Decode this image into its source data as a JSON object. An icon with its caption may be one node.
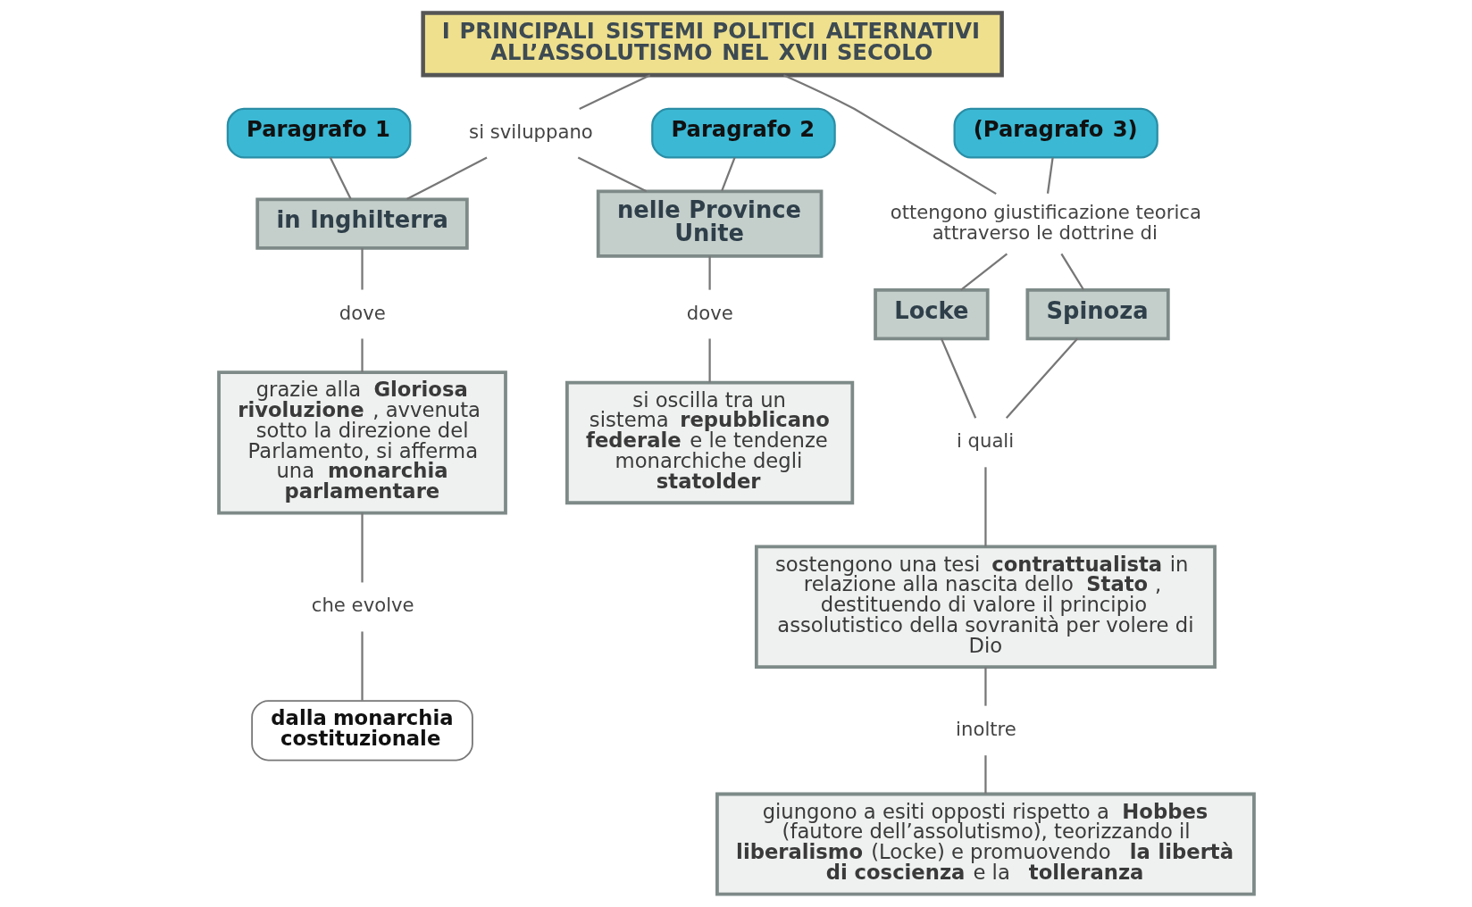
{
  "diagram": {
    "nodes": [
      {
        "text": [
          "I PRINCIPALI SISTEMI POLITICI ALTERNATIVI ALL’ASSOLUTISMO NEL XVII SECOLO"
        ]
      },
      {
        "text": [
          "Paragrafo 1"
        ]
      },
      {
        "text": [
          "Paragrafo 2"
        ]
      },
      {
        "text": [
          "(Paragrafo 3)"
        ]
      },
      {
        "text": [
          "si sviluppano"
        ]
      },
      {
        "text": [
          "in Inghilterra"
        ]
      },
      {
        "text": [
          "nelle Province Unite"
        ]
      },
      {
        "text": [
          "ottengono giustificazione teorica attraverso le dottrine di"
        ]
      },
      {
        "text": [
          "Locke"
        ]
      },
      {
        "text": [
          "Spinoza"
        ]
      },
      {
        "text": [
          "dove"
        ]
      },
      {
        "text": [
          "dove"
        ]
      },
      {
        "text": [
          "grazie alla **Gloriosa rivoluzione**, avvenuta sotto la direzione del Parlamento, si afferma una **monarchia parlamentare**"
        ]
      },
      {
        "text": [
          "si oscilla tra un sistema **repubblicano federale** e le tendenze monarchiche degli **statolder**"
        ]
      },
      {
        "text": [
          "i quali"
        ]
      },
      {
        "text": [
          "sostengono una tesi **contrattualista** in relazione alla nascita dello **Stato**, destituendo di valore il principio assolutistico della sovranità per volere di Dio"
        ]
      },
      {
        "text": [
          "inoltre"
        ]
      },
      {
        "text": [
          "giungono a esiti opposti rispetto a **Hobbes** (fautore dell’assolutismo), teorizzando il **liberalismo** (Locke) e promuovendo **la libertà di coscienza** e la **tolleranza**"
        ]
      },
      {
        "text": [
          "che evolve"
        ]
      },
      {
        "text": [
          "dalla monarchia costituzionale"
        ]
      }
    ],
    "edges": [
      {
        "from": 0,
        "to": 4,
        "arrow": "none"
      },
      {
        "from": 4,
        "to": 5,
        "arrow": "none"
      },
      {
        "from": 4,
        "to": 6,
        "arrow": "none"
      },
      {
        "from": 0,
        "to": 7,
        "arrow": "none"
      },
      {
        "from": 7,
        "to": 8,
        "arrow": "none"
      },
      {
        "from": 7,
        "to": 9,
        "arrow": "none"
      },
      {
        "from": 1,
        "to": 5,
        "arrow": "none"
      },
      {
        "from": 2,
        "to": 6,
        "arrow": "none"
      },
      {
        "from": 3,
        "to": 7,
        "arrow": "none"
      },
      {
        "from": 5,
        "to": 10,
        "arrow": "none"
      },
      {
        "from": 10,
        "to": 12,
        "arrow": "none"
      },
      {
        "from": 6,
        "to": 11,
        "arrow": "none"
      },
      {
        "from": 11,
        "to": 13,
        "arrow": "none"
      },
      {
        "from": 8,
        "to": 14,
        "arrow": "none"
      },
      {
        "from": 9,
        "to": 14,
        "arrow": "none"
      },
      {
        "from": 14,
        "to": 15,
        "arrow": "none"
      },
      {
        "from": 15,
        "to": 16,
        "arrow": "none"
      },
      {
        "from": 16,
        "to": 17,
        "arrow": "none"
      },
      {
        "from": 12,
        "to": 18,
        "arrow": "none"
      },
      {
        "from": 18,
        "to": 19,
        "arrow": "none"
      }
    ]
  }
}
